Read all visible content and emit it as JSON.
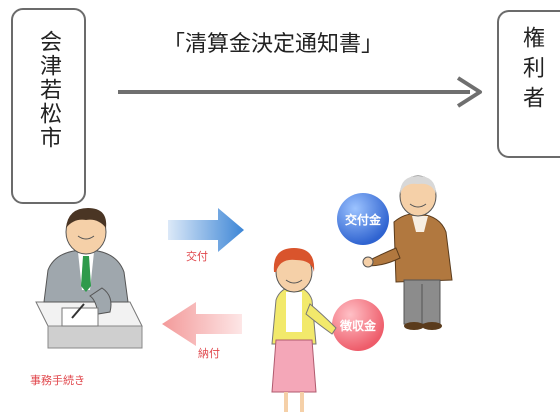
{
  "top": {
    "left_entity": "会津若松市",
    "right_entity": "権利者",
    "notice": "「清算金決定通知書」"
  },
  "illustration": {
    "arrow_pay_label": "交付",
    "arrow_collect_label": "納付",
    "bubble_pay": "交付金",
    "bubble_collect": "徴収金",
    "clerk_caption": "事務手続き"
  },
  "colors": {
    "arrow_pay": "#4a8fd6",
    "arrow_collect": "#f4a6a6",
    "bubble_pay": "#3a6fd8",
    "bubble_collect": "#f0727b"
  }
}
